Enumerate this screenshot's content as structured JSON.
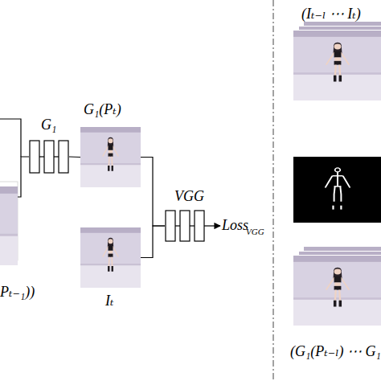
{
  "diagram": {
    "nodes": [
      {
        "text": [
          "Pₜ₋₁))"
        ]
      },
      {
        "text": [
          "G₁"
        ]
      },
      {
        "text": [
          "G₁(Pₜ)"
        ]
      },
      {
        "text": [
          "Iₜ"
        ]
      },
      {
        "text": [
          "VGG"
        ]
      },
      {
        "text": [
          "(Iₜ₋ₗ ⋯ Iₜ)"
        ]
      },
      {
        "text": [
          "(G₁(Pₜ₋ₗ) ⋯ G₁"
        ]
      }
    ],
    "edges": [
      {
        "from": 0,
        "to": 1,
        "arrow": "none"
      },
      {
        "from": 1,
        "to": 2,
        "arrow": "none"
      },
      {
        "from": 2,
        "to": 4,
        "arrow": "none"
      },
      {
        "from": 3,
        "to": 4,
        "arrow": "none"
      }
    ],
    "labels": [
      "Loss",
      "VGG"
    ]
  }
}
